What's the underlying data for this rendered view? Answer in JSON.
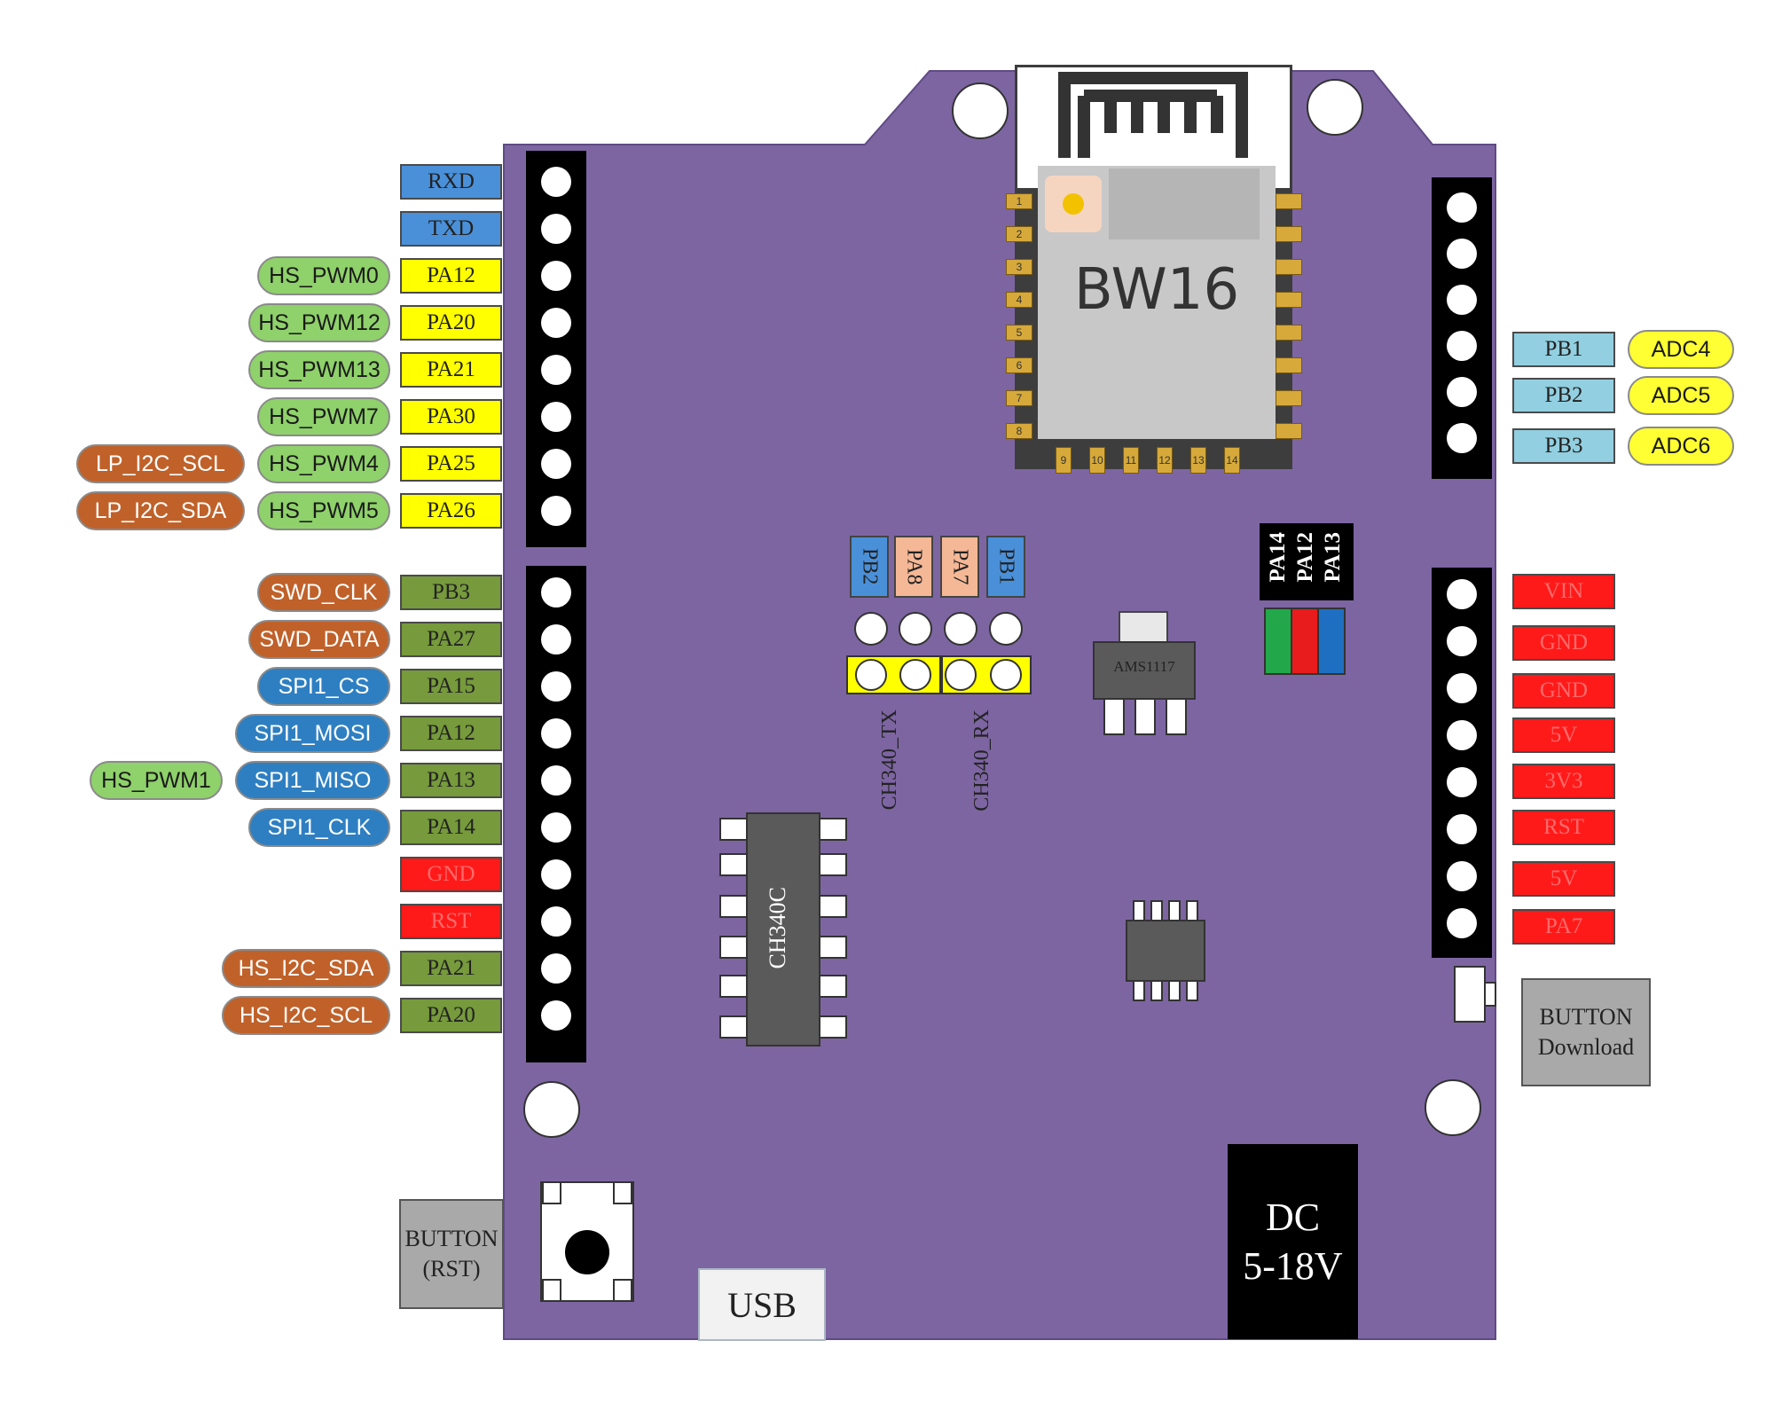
{
  "colors": {
    "board": "#7d65a2",
    "header_blue": "#4a90d9",
    "header_yellow": "#ffff00",
    "header_olive": "#769a3c",
    "header_red": "#ff1a1a",
    "header_lightblue": "#92cfe0",
    "pill_green": "#8fd16a",
    "pill_orange": "#c0612a",
    "pill_blue": "#2e7fc2",
    "pill_yellow": "#ffff33"
  },
  "module": {
    "name": "BW16",
    "left_pins": [
      "1",
      "2",
      "3",
      "4",
      "5",
      "6",
      "7",
      "8"
    ],
    "bottom_pins": [
      "9",
      "10",
      "11",
      "12",
      "13",
      "14"
    ]
  },
  "left_header_top": [
    {
      "pin": "RXD",
      "color": "header_blue",
      "pills": []
    },
    {
      "pin": "TXD",
      "color": "header_blue",
      "pills": []
    },
    {
      "pin": "PA12",
      "color": "header_yellow",
      "pills": [
        {
          "text": "HS_PWM0",
          "color": "pill_green"
        }
      ]
    },
    {
      "pin": "PA20",
      "color": "header_yellow",
      "pills": [
        {
          "text": "HS_PWM12",
          "color": "pill_green"
        }
      ]
    },
    {
      "pin": "PA21",
      "color": "header_yellow",
      "pills": [
        {
          "text": "HS_PWM13",
          "color": "pill_green"
        }
      ]
    },
    {
      "pin": "PA30",
      "color": "header_yellow",
      "pills": [
        {
          "text": "HS_PWM7",
          "color": "pill_green"
        }
      ]
    },
    {
      "pin": "PA25",
      "color": "header_yellow",
      "pills": [
        {
          "text": "HS_PWM4",
          "color": "pill_green"
        },
        {
          "text": "LP_I2C_SCL",
          "color": "pill_orange"
        }
      ]
    },
    {
      "pin": "PA26",
      "color": "header_yellow",
      "pills": [
        {
          "text": "HS_PWM5",
          "color": "pill_green"
        },
        {
          "text": "LP_I2C_SDA",
          "color": "pill_orange"
        }
      ]
    }
  ],
  "left_header_bottom": [
    {
      "pin": "PB3",
      "color": "header_olive",
      "pills": [
        {
          "text": "SWD_CLK",
          "color": "pill_orange"
        }
      ]
    },
    {
      "pin": "PA27",
      "color": "header_olive",
      "pills": [
        {
          "text": "SWD_DATA",
          "color": "pill_orange"
        }
      ]
    },
    {
      "pin": "PA15",
      "color": "header_olive",
      "pills": [
        {
          "text": "SPI1_CS",
          "color": "pill_blue"
        }
      ]
    },
    {
      "pin": "PA12",
      "color": "header_olive",
      "pills": [
        {
          "text": "SPI1_MOSI",
          "color": "pill_blue"
        }
      ]
    },
    {
      "pin": "PA13",
      "color": "header_olive",
      "pills": [
        {
          "text": "SPI1_MISO",
          "color": "pill_blue"
        },
        {
          "text": "HS_PWM1",
          "color": "pill_green"
        }
      ]
    },
    {
      "pin": "PA14",
      "color": "header_olive",
      "pills": [
        {
          "text": "SPI1_CLK",
          "color": "pill_blue"
        }
      ]
    },
    {
      "pin": "GND",
      "color": "header_red",
      "pills": []
    },
    {
      "pin": "RST",
      "color": "header_red",
      "pills": []
    },
    {
      "pin": "PA21",
      "color": "header_olive",
      "pills": [
        {
          "text": "HS_I2C_SDA",
          "color": "pill_orange"
        }
      ]
    },
    {
      "pin": "PA20",
      "color": "header_olive",
      "pills": [
        {
          "text": "HS_I2C_SCL",
          "color": "pill_orange"
        }
      ]
    }
  ],
  "right_header_top": [
    {
      "pin": "PB1",
      "color": "header_lightblue",
      "pill": {
        "text": "ADC4",
        "color": "pill_yellow"
      }
    },
    {
      "pin": "PB2",
      "color": "header_lightblue",
      "pill": {
        "text": "ADC5",
        "color": "pill_yellow"
      }
    },
    {
      "pin": "PB3",
      "color": "header_lightblue",
      "pill": {
        "text": "ADC6",
        "color": "pill_yellow"
      }
    }
  ],
  "right_header_bottom": [
    "VIN",
    "GND",
    "GND",
    "5V",
    "3V3",
    "RST",
    "5V",
    "PA7"
  ],
  "jumper_labels": [
    {
      "text": "PB2",
      "color": "header_blue"
    },
    {
      "text": "PA8",
      "color": "#f5b896"
    },
    {
      "text": "PA7",
      "color": "#f5b896"
    },
    {
      "text": "PB1",
      "color": "header_blue"
    }
  ],
  "jumper_captions": {
    "tx": "CH340_TX",
    "rx": "CH340_RX"
  },
  "rgb_labels": [
    "PA14",
    "PA12",
    "PA13"
  ],
  "regulator": "AMS1117",
  "usb_chip": "CH340C",
  "button_download": {
    "line1": "BUTTON",
    "line2": "Download"
  },
  "button_rst": {
    "line1": "BUTTON",
    "line2": "(RST)"
  },
  "usb_label": "USB",
  "dc_jack": {
    "line1": "DC",
    "line2": "5-18V"
  }
}
